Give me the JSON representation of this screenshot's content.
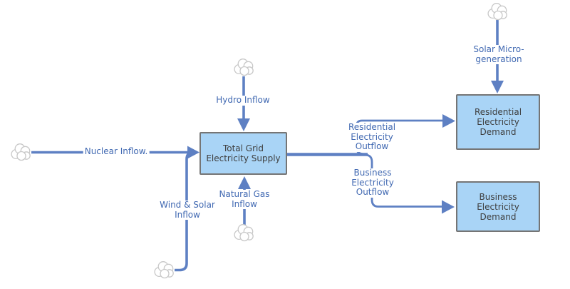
{
  "colors": {
    "bg": "#FFFFFF",
    "flow_line": "#5E80C3",
    "flow_text": "#4169B2",
    "stock_fill": "#A9D4F6",
    "stock_border": "#757575",
    "stock_text": "#3E3E3E",
    "cloud_stroke": "#C8C8C8",
    "cloud_fill": "#FFFFFF"
  },
  "stocks": {
    "total_grid": {
      "label": "Total Grid\nElectricity Supply"
    },
    "residential": {
      "label": "Residential\nElectricity Demand"
    },
    "business": {
      "label": "Business Electricity\nDemand"
    }
  },
  "flows": {
    "nuclear": {
      "label": "Nuclear Inflow."
    },
    "wind_solar": {
      "label": "Wind & Solar\nInflow"
    },
    "hydro": {
      "label": "Hydro Inflow"
    },
    "natural_gas": {
      "label": "Natural Gas\nInflow"
    },
    "solar_micro": {
      "label": "Solar Micro-\ngeneration"
    },
    "residential_out": {
      "label": "Residential\nElectricity\nOutflow"
    },
    "business_out": {
      "label": "Business\nElectricity\nOutflow"
    }
  }
}
